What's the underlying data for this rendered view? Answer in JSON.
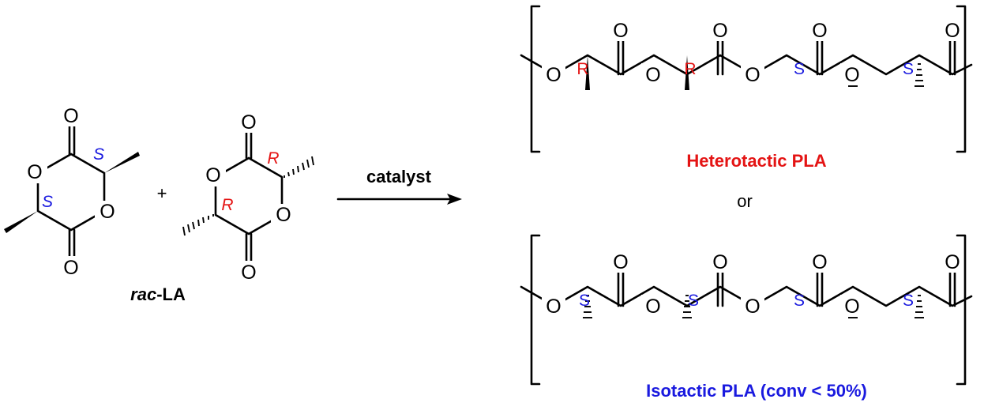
{
  "reactants": {
    "label_prefix": "rac",
    "label_suffix": "-LA",
    "plus": "+",
    "ss_lactide": {
      "stereo": [
        "S",
        "S"
      ]
    },
    "rr_lactide": {
      "stereo": [
        "R",
        "R"
      ]
    }
  },
  "arrow": {
    "reagent": "catalyst"
  },
  "products": {
    "top": {
      "name": "Heterotactic PLA",
      "stereo": [
        "R",
        "R",
        "S",
        "S"
      ]
    },
    "connector": "or",
    "bottom": {
      "name": "Isotactic PLA (conv < 50%)",
      "stereo": [
        "S",
        "S",
        "S",
        "S"
      ]
    }
  },
  "atoms": {
    "oxygen": "O"
  },
  "colors": {
    "R": "#e41414",
    "S": "#1a1adf",
    "bonds": "#000000"
  }
}
